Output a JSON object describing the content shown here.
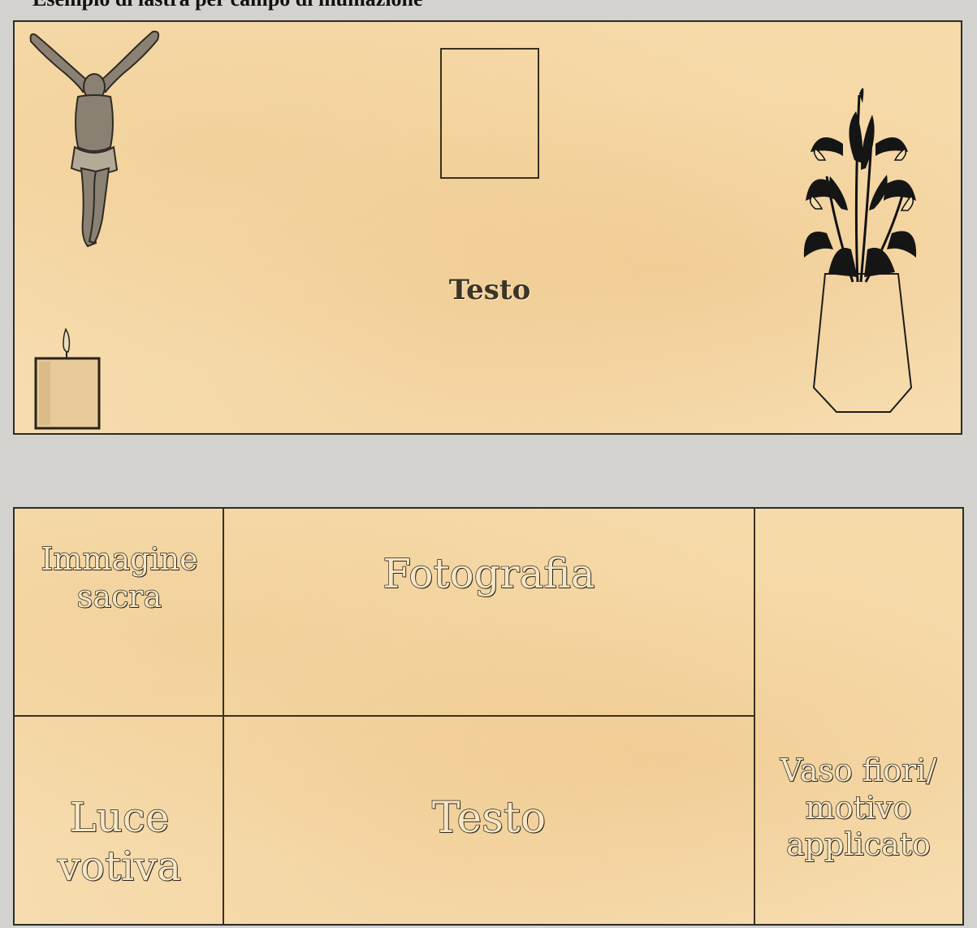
{
  "header": {
    "title": "Esempio di lastra per campo di inumazione"
  },
  "top_panel": {
    "text_label": "Testo"
  },
  "bottom_panel": {
    "cells": {
      "sacred_image": "Immagine\nsacra",
      "photo": "Fotografia",
      "votive_light": "Luce\nvotiva",
      "text": "Testo",
      "flower_vase": "Vaso fiori/\nmotivo\napplicato"
    }
  },
  "icons": {
    "crucifix": "crucifix-icon",
    "candle": "candle-icon",
    "vase": "flower-vase-icon"
  },
  "colors": {
    "parchment": "#f6dcae",
    "background": "#d3d2cf",
    "outline": "#2b2b2b"
  }
}
